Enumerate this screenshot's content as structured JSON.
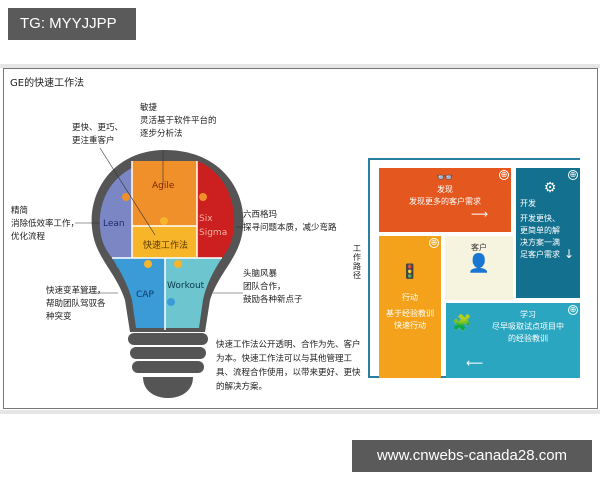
{
  "watermark_top": "TG: MYYJJPP",
  "watermark_bottom": "www.cnwebs-canada28.com",
  "diagram": {
    "title": "GE的快速工作法",
    "bulb": {
      "pieces": [
        {
          "id": "agile",
          "label": "Agile",
          "color": "#f0902a"
        },
        {
          "id": "lean",
          "label": "Lean",
          "color": "#7b86c4"
        },
        {
          "id": "six-sigma",
          "label": "Six Sigma",
          "color": "#cc1f1f"
        },
        {
          "id": "core",
          "label": "快速工作法",
          "color": "#f7b52a"
        },
        {
          "id": "cap",
          "label": "CAP",
          "color": "#3a9bd6"
        },
        {
          "id": "workout",
          "label": "Workout",
          "color": "#6cc5cf"
        }
      ],
      "base_color": "#555555"
    },
    "callouts": {
      "agile": [
        "敏捷",
        "灵活基于软件平台的",
        "逐步分析法"
      ],
      "faster": [
        "更快、更巧、",
        "更注重客户"
      ],
      "lean": [
        "精简",
        "消除低效率工作，",
        "优化流程"
      ],
      "six_sigma": [
        "六西格玛",
        "探寻问题本质，减少弯路"
      ],
      "cap": [
        "快速变革管理，",
        "帮助团队驾驭各",
        "种突变"
      ],
      "workout": [
        "头脑风暴",
        "团队合作，",
        "鼓励各种新点子"
      ],
      "summary": [
        "快速工作法公开透明、合作为先、客户",
        "为本。快速工作法可以与其他管理工",
        "具、流程合作使用，以带来更好、更快",
        "的解决方案。"
      ]
    },
    "work_path": {
      "label": "工作路径",
      "blocks": {
        "discover": {
          "title": "发现",
          "text": "发现更多的客户需求",
          "color": "#e4571f"
        },
        "develop": {
          "title": "开发",
          "text": [
            "开发更快、",
            "更简单的解",
            "决方案一满",
            "足客户需求"
          ],
          "color": "#13708e"
        },
        "customer": {
          "title": "客户",
          "color": "#f6f3df"
        },
        "act": {
          "title": "行动",
          "text": [
            "基于经验教训",
            "快速行动"
          ],
          "color": "#f4a21b"
        },
        "learn": {
          "title": "学习",
          "text": [
            "尽早吸取试点项目中",
            "的经验教训"
          ],
          "color": "#2aa6c0"
        }
      },
      "plus_icon": "⊕"
    }
  }
}
